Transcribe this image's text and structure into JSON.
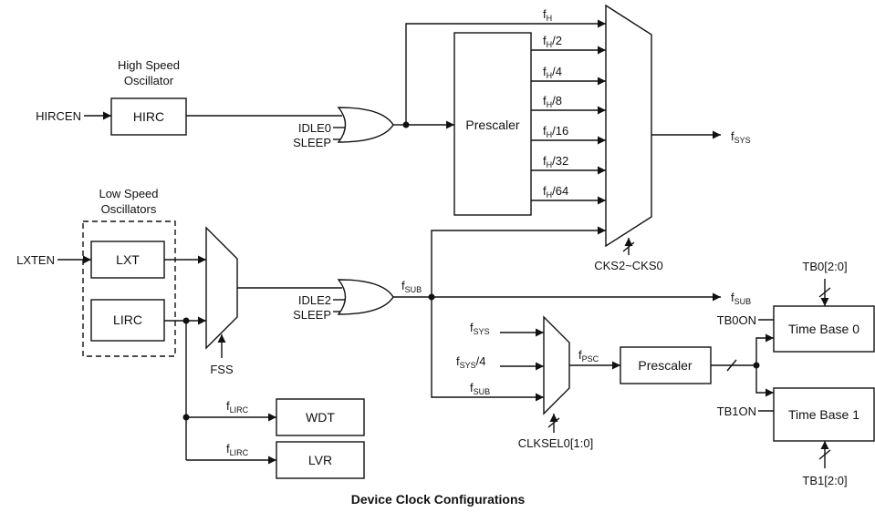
{
  "title": "Device Clock Configurations",
  "groups": {
    "high_speed": [
      "High Speed",
      "Oscillator"
    ],
    "low_speed": [
      "Low Speed",
      "Oscillators"
    ]
  },
  "blocks": {
    "hirc": "HIRC",
    "lxt": "LXT",
    "lirc": "LIRC",
    "prescaler_main": "Prescaler",
    "prescaler_tb": "Prescaler",
    "wdt": "WDT",
    "lvr": "LVR",
    "time_base_0": "Time Base 0",
    "time_base_1": "Time Base 1"
  },
  "signals": {
    "hircen": "HIRCEN",
    "lxten": "LXTEN",
    "idle0": "IDLE0",
    "sleep_a": "SLEEP",
    "idle2": "IDLE2",
    "sleep_b": "SLEEP",
    "fss": "FSS",
    "cks": "CKS2~CKS0",
    "clksel": "CLKSEL0[1:0]",
    "tb0on": "TB0ON",
    "tb1on": "TB1ON",
    "tb0sel": "TB0[2:0]",
    "tb1sel": "TB1[2:0]"
  },
  "freqs": {
    "fh": {
      "main": "f",
      "sub": "H",
      "suffix": ""
    },
    "fh2": {
      "main": "f",
      "sub": "H",
      "suffix": "/2"
    },
    "fh4": {
      "main": "f",
      "sub": "H",
      "suffix": "/4"
    },
    "fh8": {
      "main": "f",
      "sub": "H",
      "suffix": "/8"
    },
    "fh16": {
      "main": "f",
      "sub": "H",
      "suffix": "/16"
    },
    "fh32": {
      "main": "f",
      "sub": "H",
      "suffix": "/32"
    },
    "fh64": {
      "main": "f",
      "sub": "H",
      "suffix": "/64"
    },
    "fsys_out": {
      "main": "f",
      "sub": "SYS",
      "suffix": ""
    },
    "fsub_node": {
      "main": "f",
      "sub": "SUB",
      "suffix": ""
    },
    "fsub_out": {
      "main": "f",
      "sub": "SUB",
      "suffix": ""
    },
    "fsys_in": {
      "main": "f",
      "sub": "SYS",
      "suffix": ""
    },
    "fsys4_in": {
      "main": "f",
      "sub": "SYS",
      "suffix": "/4"
    },
    "fsub_in": {
      "main": "f",
      "sub": "SUB",
      "suffix": ""
    },
    "fpsc": {
      "main": "f",
      "sub": "PSC",
      "suffix": ""
    },
    "flirc_wdt": {
      "main": "f",
      "sub": "LIRC",
      "suffix": ""
    },
    "flirc_lvr": {
      "main": "f",
      "sub": "LIRC",
      "suffix": ""
    }
  }
}
